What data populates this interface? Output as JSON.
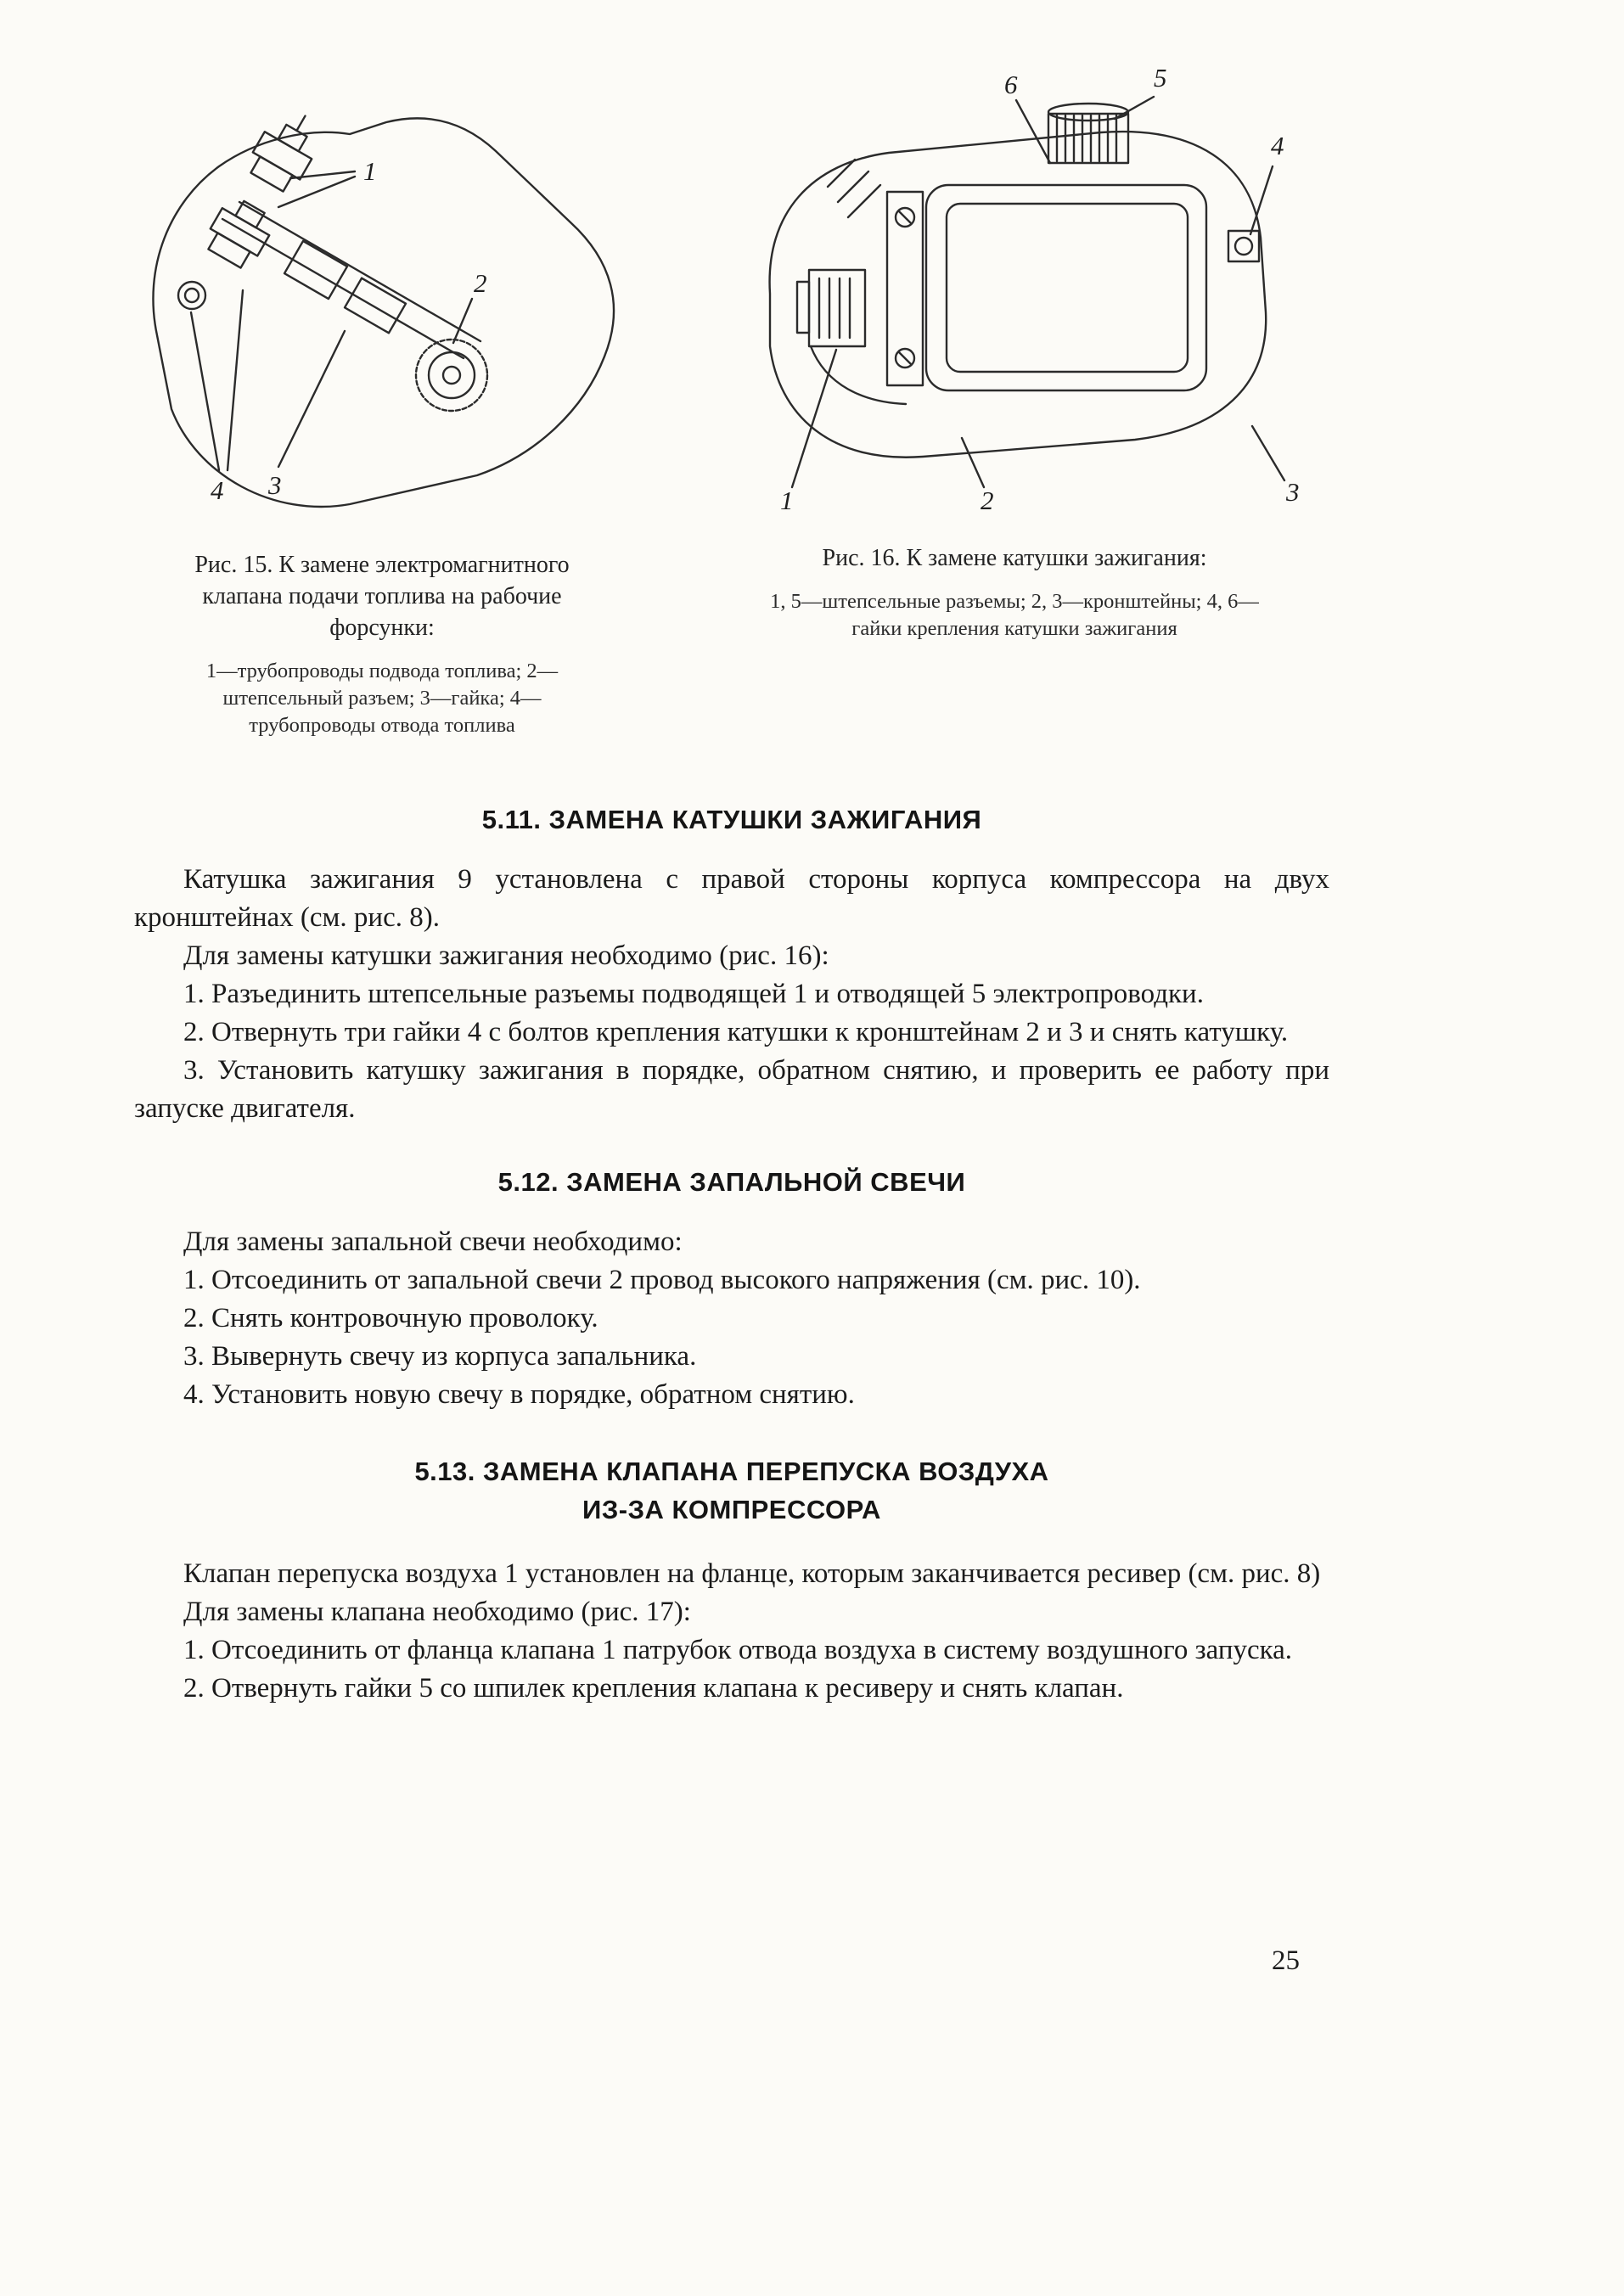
{
  "document": {
    "page_number": "25"
  },
  "figures": [
    {
      "caption_title": "Рис. 15. К замене электромагнитного клапана подачи топлива на рабочие форсунки:",
      "caption_legend": "1—трубопроводы подвода топлива; 2—штепсельный разъем; 3—гайка; 4—трубопроводы отвода топлива",
      "callouts": [
        "1",
        "2",
        "3",
        "4"
      ]
    },
    {
      "caption_title": "Рис. 16. К замене катушки зажигания:",
      "caption_legend": "1, 5—штепсельные разъемы; 2, 3—кронштейны; 4, 6—гайки крепления катушки зажигания",
      "callouts": [
        "1",
        "2",
        "3",
        "4",
        "5",
        "6"
      ]
    }
  ],
  "sections": [
    {
      "heading": "5.11. ЗАМЕНА КАТУШКИ ЗАЖИГАНИЯ",
      "paragraphs": [
        "Катушка зажигания 9 установлена с правой стороны корпуса компрессора на двух кронштейнах (см. рис. 8).",
        "Для замены катушки зажигания необходимо (рис. 16):",
        "1. Разъединить штепсельные разъемы подводящей 1 и отводящей 5 электропроводки.",
        "2. Отвернуть три гайки 4 с болтов крепления катушки к кронштейнам 2 и 3 и снять катушку.",
        "3. Установить катушку зажигания в порядке, обратном снятию, и проверить ее работу при запуске двигателя."
      ]
    },
    {
      "heading": "5.12. ЗАМЕНА ЗАПАЛЬНОЙ СВЕЧИ",
      "paragraphs": [
        "Для замены запальной свечи необходимо:",
        "1. Отсоединить от запальной свечи 2 провод высокого напряжения (см. рис. 10).",
        "2. Снять контровочную проволоку.",
        "3. Вывернуть свечу из корпуса запальника.",
        "4. Установить новую свечу в порядке, обратном снятию."
      ]
    },
    {
      "heading": "5.13. ЗАМЕНА КЛАПАНА ПЕРЕПУСКА ВОЗДУХА ИЗ-ЗА КОМПРЕССОРА",
      "paragraphs": [
        "Клапан перепуска воздуха 1 установлен на фланце, которым заканчивается ресивер (см. рис. 8)",
        "Для замены клапана необходимо (рис. 17):",
        "1. Отсоединить от фланца клапана 1 патрубок отвода воздуха в систему воздушного запуска.",
        "2. Отвернуть гайки 5 со шпилек крепления клапана к ресиверу и снять клапан."
      ]
    }
  ]
}
